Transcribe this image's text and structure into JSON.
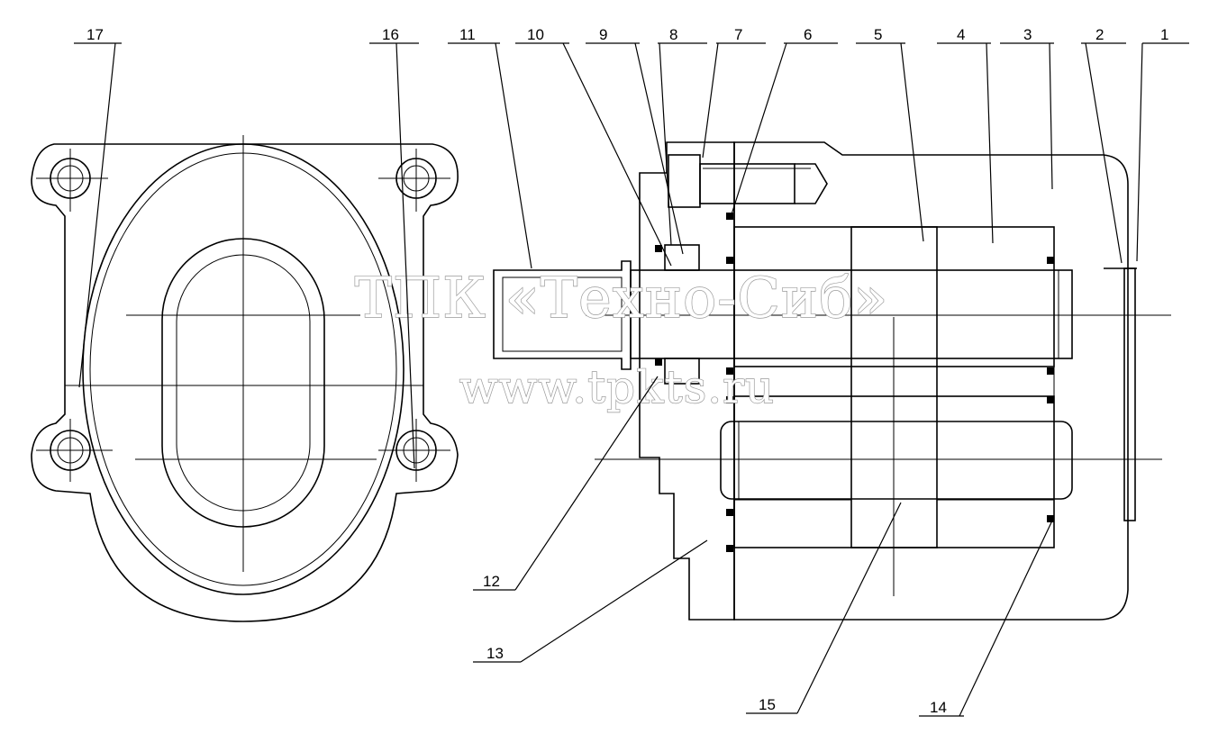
{
  "callouts": [
    {
      "id": "1",
      "label": "1"
    },
    {
      "id": "2",
      "label": "2"
    },
    {
      "id": "3",
      "label": "3"
    },
    {
      "id": "4",
      "label": "4"
    },
    {
      "id": "5",
      "label": "5"
    },
    {
      "id": "6",
      "label": "6"
    },
    {
      "id": "7",
      "label": "7"
    },
    {
      "id": "8",
      "label": "8"
    },
    {
      "id": "9",
      "label": "9"
    },
    {
      "id": "10",
      "label": "10"
    },
    {
      "id": "11",
      "label": "11"
    },
    {
      "id": "12",
      "label": "12"
    },
    {
      "id": "13",
      "label": "13"
    },
    {
      "id": "14",
      "label": "14"
    },
    {
      "id": "15",
      "label": "15"
    },
    {
      "id": "16",
      "label": "16"
    },
    {
      "id": "17",
      "label": "17"
    }
  ],
  "watermark": {
    "company": "ТПК «Техно-Сиб»",
    "website": "www.tpkts.ru"
  },
  "colors": {
    "line": "#000000",
    "background": "#ffffff",
    "watermark": "#9a9a9a"
  }
}
